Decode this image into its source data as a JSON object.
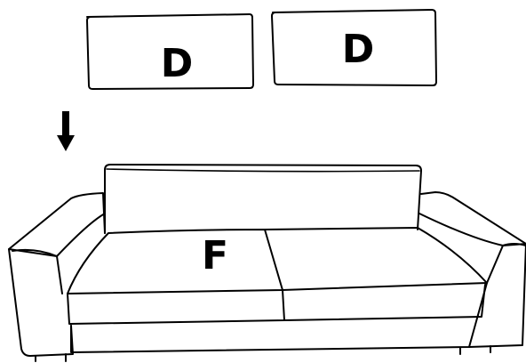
{
  "labels": {
    "cushion_left": "D",
    "cushion_right": "D",
    "seat": "F"
  },
  "icons": {
    "arrow": "down-arrow-icon"
  },
  "colors": {
    "ink": "#000000",
    "background": "#ffffff"
  }
}
